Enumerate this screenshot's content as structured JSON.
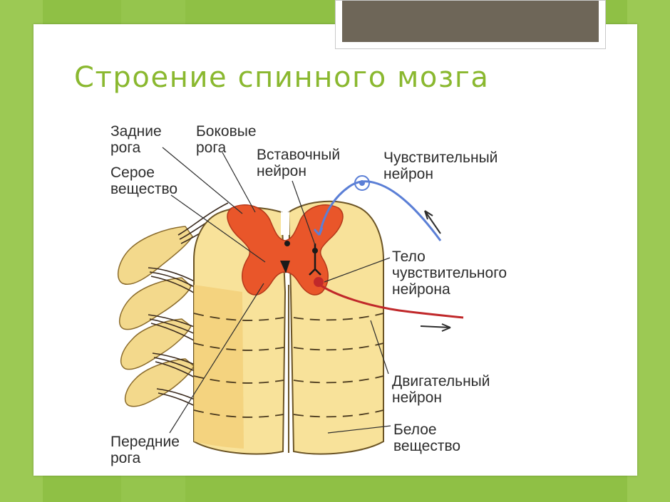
{
  "slide": {
    "title": "Строение спинного мозга"
  },
  "diagram": {
    "labels": {
      "posterior_horns": [
        "Задние",
        "рога"
      ],
      "lateral_horns": [
        "Боковые",
        "рога"
      ],
      "gray_matter": [
        "Серое",
        "вещество"
      ],
      "interneuron": [
        "Вставочный",
        "нейрон"
      ],
      "sensory_neuron": [
        "Чувствительный",
        "нейрон"
      ],
      "sensory_body": [
        "Тело",
        "чувствительного",
        "нейрона"
      ],
      "motor_neuron": [
        "Двигательный",
        "нейрон"
      ],
      "white_matter": [
        "Белое",
        "вещество"
      ],
      "anterior_horns": [
        "Передние",
        "рога"
      ]
    },
    "colors": {
      "slide_background": "#8fc045",
      "title": "#8ab82f",
      "white_matter": "#f8e29a",
      "gray_matter": "#e9562a",
      "sensory_path": "#5b7fd6",
      "motor_path": "#c0282a",
      "title_box": "#6e6658"
    }
  }
}
